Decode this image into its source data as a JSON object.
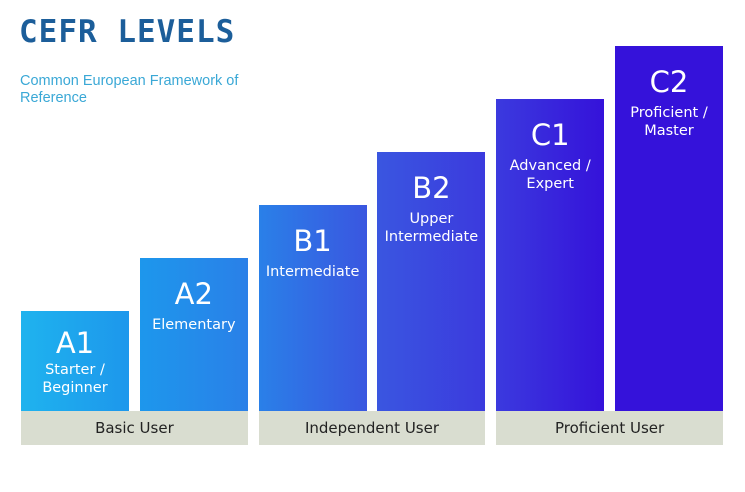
{
  "chart_data": {
    "type": "bar",
    "title": "CEFR LEVELS",
    "subtitle": "Common European Framework of Reference",
    "categories": [
      "A1",
      "A2",
      "B1",
      "B2",
      "C1",
      "C2"
    ],
    "descriptions": [
      "Starter / Beginner",
      "Elementary",
      "Intermediate",
      "Upper Intermediate",
      "Advanced / Expert",
      "Proficient / Master"
    ],
    "values": [
      1,
      2,
      3,
      4,
      5,
      6
    ],
    "ylim": [
      0,
      7
    ],
    "colors": [
      "#1fb3ee",
      "#1d97ec",
      "#2a80e8",
      "#3a56e0",
      "#3b3ade",
      "#3512da"
    ],
    "groups": [
      {
        "label": "Basic User",
        "levels": [
          "A1",
          "A2"
        ]
      },
      {
        "label": "Independent User",
        "levels": [
          "B1",
          "B2"
        ]
      },
      {
        "label": "Proficient User",
        "levels": [
          "C1",
          "C2"
        ]
      }
    ],
    "grid": false,
    "legend": "none"
  },
  "band_color": "#d9ddd0"
}
